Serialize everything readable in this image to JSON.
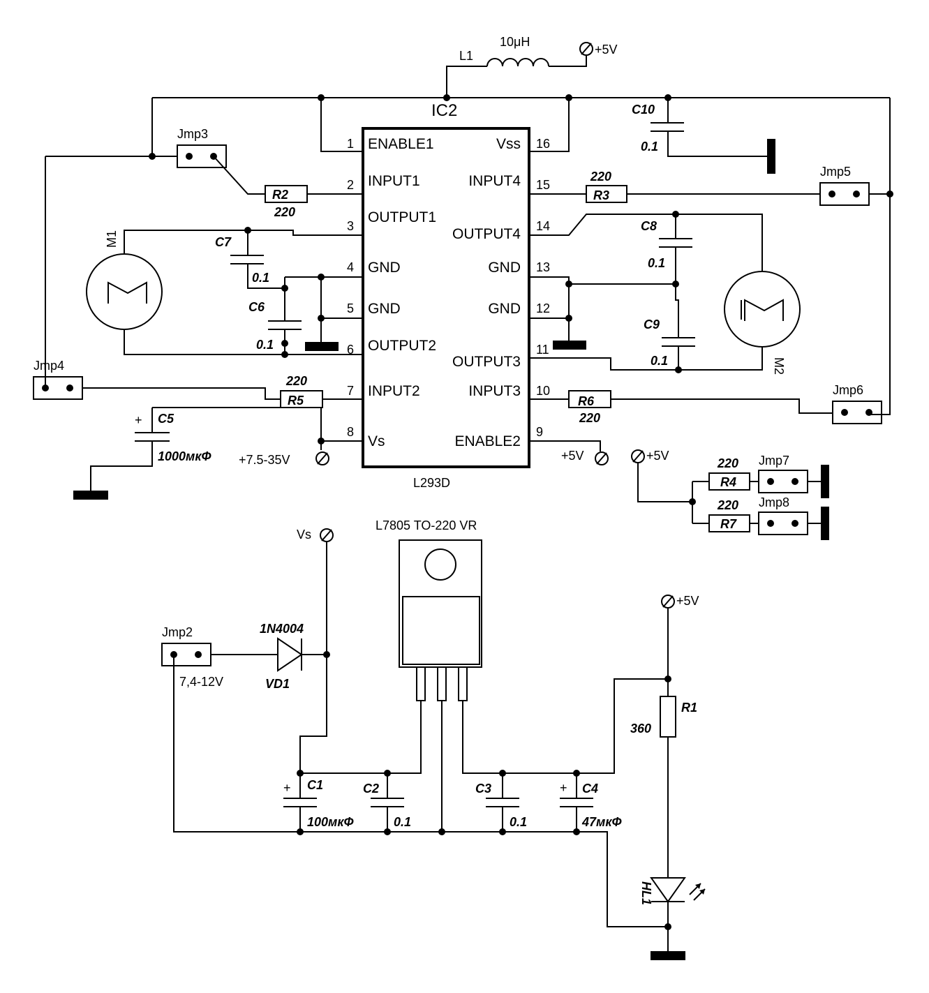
{
  "ic": {
    "ref": "IC2",
    "part": "L293D",
    "pins_left": [
      {
        "num": "1",
        "name": "ENABLE1"
      },
      {
        "num": "2",
        "name": "INPUT1"
      },
      {
        "num": "3",
        "name": "OUTPUT1"
      },
      {
        "num": "4",
        "name": "GND"
      },
      {
        "num": "5",
        "name": "GND"
      },
      {
        "num": "6",
        "name": "OUTPUT2"
      },
      {
        "num": "7",
        "name": "INPUT2"
      },
      {
        "num": "8",
        "name": "Vs"
      }
    ],
    "pins_right": [
      {
        "num": "16",
        "name": "Vss"
      },
      {
        "num": "15",
        "name": "INPUT4"
      },
      {
        "num": "14",
        "name": "OUTPUT4"
      },
      {
        "num": "13",
        "name": "GND"
      },
      {
        "num": "12",
        "name": "GND"
      },
      {
        "num": "11",
        "name": "OUTPUT3"
      },
      {
        "num": "10",
        "name": "INPUT3"
      },
      {
        "num": "9",
        "name": "ENABLE2"
      }
    ]
  },
  "components": {
    "L1": {
      "ref": "L1",
      "value": "10μH"
    },
    "C10": {
      "ref": "C10",
      "value": "0.1"
    },
    "C7": {
      "ref": "C7",
      "value": "0.1"
    },
    "C6": {
      "ref": "C6",
      "value": "0.1"
    },
    "C8": {
      "ref": "C8",
      "value": "0.1"
    },
    "C9": {
      "ref": "C9",
      "value": "0.1"
    },
    "C5": {
      "ref": "C5",
      "value": "1000мкФ",
      "polarity": "+"
    },
    "R2": {
      "ref": "R2",
      "value": "220"
    },
    "R3": {
      "ref": "R3",
      "value": "220"
    },
    "R5": {
      "ref": "R5",
      "value": "220"
    },
    "R6": {
      "ref": "R6",
      "value": "220"
    },
    "R4": {
      "ref": "R4",
      "value": "220"
    },
    "R7": {
      "ref": "R7",
      "value": "220"
    },
    "M1": {
      "ref": "M1"
    },
    "M2": {
      "ref": "M2"
    },
    "Jmp2": {
      "ref": "Jmp2",
      "note": "7,4-12V"
    },
    "Jmp3": {
      "ref": "Jmp3"
    },
    "Jmp4": {
      "ref": "Jmp4"
    },
    "Jmp5": {
      "ref": "Jmp5"
    },
    "Jmp6": {
      "ref": "Jmp6"
    },
    "Jmp7": {
      "ref": "Jmp7"
    },
    "Jmp8": {
      "ref": "Jmp8"
    },
    "VD1": {
      "ref": "VD1",
      "value": "1N4004"
    },
    "C1": {
      "ref": "C1",
      "value": "100мкФ",
      "polarity": "+"
    },
    "C2": {
      "ref": "C2",
      "value": "0.1"
    },
    "C3": {
      "ref": "C3",
      "value": "0.1"
    },
    "C4": {
      "ref": "C4",
      "value": "47мкФ",
      "polarity": "+"
    },
    "R1": {
      "ref": "R1",
      "value": "360"
    },
    "HL1": {
      "ref": "HL1"
    }
  },
  "regulator": {
    "label": "L7805 TO-220 VR"
  },
  "supplies": {
    "p5v": "+5V",
    "vs_range": "+7.5-35V",
    "vs": "Vs"
  }
}
